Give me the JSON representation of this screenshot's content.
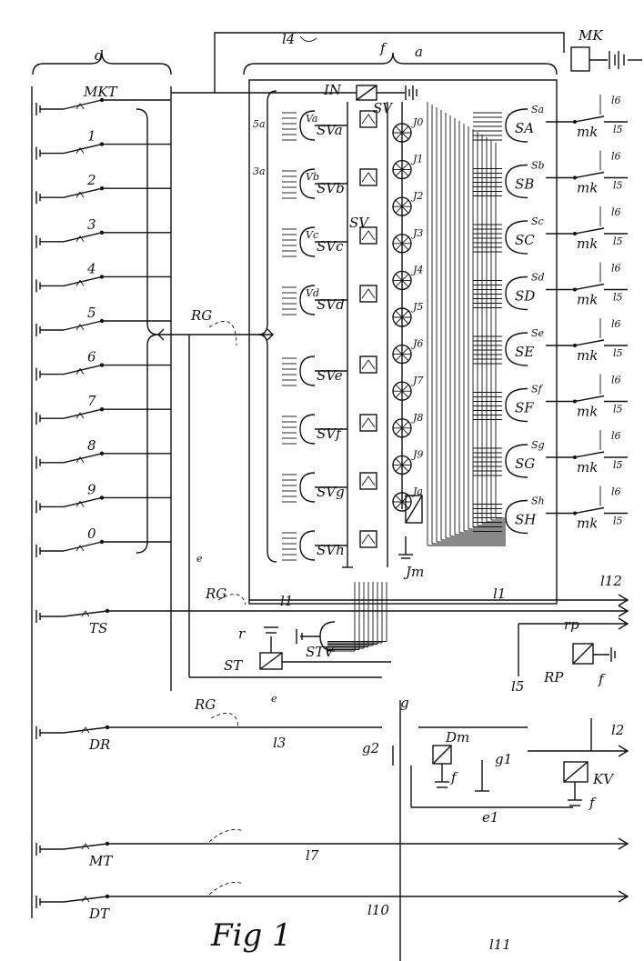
{
  "figure": {
    "title": "Fig 1"
  },
  "blocks": {
    "d": "d",
    "a": "a",
    "f_top": "f"
  },
  "top_relay": {
    "label": "MK"
  },
  "keys": [
    {
      "label": "MKT"
    },
    {
      "label": "1"
    },
    {
      "label": "2"
    },
    {
      "label": "3"
    },
    {
      "label": "4"
    },
    {
      "label": "5"
    },
    {
      "label": "6"
    },
    {
      "label": "7"
    },
    {
      "label": "8"
    },
    {
      "label": "9"
    },
    {
      "label": "0"
    }
  ],
  "lower_keys": [
    {
      "label": "TS"
    },
    {
      "label": "DR"
    },
    {
      "label": "MT"
    },
    {
      "label": "DT"
    }
  ],
  "rg_labels": [
    "RG",
    "RG",
    "RG"
  ],
  "lines": {
    "l4": "l4",
    "l1": "l1",
    "l1b": "l1",
    "l3": "l3",
    "l7": "l7",
    "l10": "l10",
    "l11": "l11",
    "l2": "l2",
    "l5": "l5",
    "l12": "l12",
    "e": "e",
    "e2": "e",
    "e1": "e1"
  },
  "sv_relays": [
    {
      "label": "SVa",
      "v": "Va"
    },
    {
      "label": "SVb",
      "v": "Vb"
    },
    {
      "label": "SVc",
      "v": "Vc"
    },
    {
      "label": "SVd",
      "v": "Vd"
    },
    {
      "label": "SVe",
      "v": ""
    },
    {
      "label": "SVf",
      "v": ""
    },
    {
      "label": "SVg",
      "v": ""
    },
    {
      "label": "SVh",
      "v": ""
    }
  ],
  "sv_extra": {
    "in": "IN",
    "sv": "SV",
    "sv2": "SV",
    "s5": "5a",
    "s3": "3a"
  },
  "selectors": [
    {
      "label": "SA",
      "s": "Sa"
    },
    {
      "label": "SB",
      "s": "Sb"
    },
    {
      "label": "SC",
      "s": "Sc"
    },
    {
      "label": "SD",
      "s": "Sd"
    },
    {
      "label": "SE",
      "s": "Se"
    },
    {
      "label": "SF",
      "s": "Sf"
    },
    {
      "label": "SG",
      "s": "Sg"
    },
    {
      "label": "SH",
      "s": "Sh"
    }
  ],
  "mk_contact": "mk",
  "l6_label": "l6",
  "l5_label": "l5",
  "lamps": [
    "J0",
    "J1",
    "J2",
    "J3",
    "J4",
    "J5",
    "J6",
    "J7",
    "J8",
    "J9",
    "Ja"
  ],
  "jm": "Jm",
  "lower_parts": {
    "st": "ST",
    "stv": "STV",
    "r": "r",
    "rp": "RP",
    "rp_contact": "rp",
    "f1": "f",
    "f2": "f",
    "f3": "f",
    "kv": "KV",
    "dm": "Dm",
    "g": "g",
    "g1": "g1",
    "g2": "g2"
  }
}
